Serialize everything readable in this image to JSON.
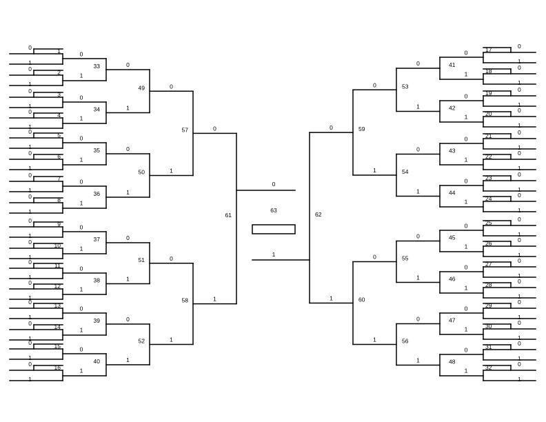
{
  "bracket": {
    "seed_labels": [
      "1",
      "2",
      "3",
      "4",
      "5",
      "6",
      "7",
      "8",
      "9",
      "10",
      "11",
      "12",
      "13",
      "14",
      "15",
      "16",
      "17",
      "18",
      "19",
      "20",
      "21",
      "22",
      "23",
      "24",
      "25",
      "26",
      "27",
      "28",
      "29",
      "30",
      "31",
      "32"
    ],
    "match_labels": [
      "33",
      "34",
      "35",
      "36",
      "37",
      "38",
      "39",
      "40",
      "41",
      "42",
      "43",
      "44",
      "45",
      "46",
      "47",
      "48",
      "49",
      "50",
      "51",
      "52",
      "53",
      "54",
      "55",
      "56",
      "57",
      "58",
      "59",
      "60",
      "61",
      "62",
      "63"
    ],
    "bit_top": "0",
    "bit_bottom": "1"
  }
}
